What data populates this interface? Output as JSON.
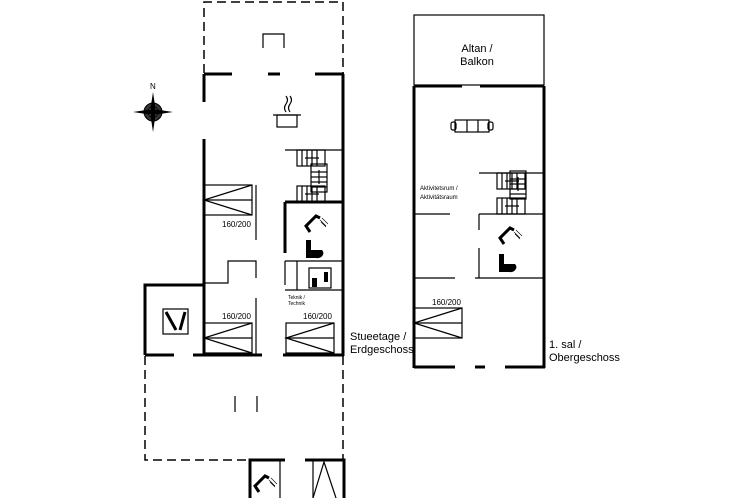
{
  "compass": {
    "north_label": "N"
  },
  "ground_floor": {
    "label_line1": "Stueetage /",
    "label_line2": "Erdgeschoss",
    "beds": [
      "160/200",
      "160/200",
      "160/200"
    ],
    "technik_line1": "Teknik /",
    "technik_line2": "Technik",
    "icons": [
      "kitchen-pot-icon",
      "stairs-icon",
      "shower-icon",
      "toilet-icon",
      "sauna-icon",
      "tools-shed-icon"
    ]
  },
  "upper_floor": {
    "label_line1": "1. sal /",
    "label_line2": "Obergeschoss",
    "balcony_line1": "Altan /",
    "balcony_line2": "Balkon",
    "activity_line1": "Aktivitetsrum /",
    "activity_line2": "Aktivitätsraum",
    "beds": [
      "160/200"
    ],
    "icons": [
      "sofa-icon",
      "stairs-icon",
      "shower-icon",
      "toilet-icon"
    ]
  }
}
